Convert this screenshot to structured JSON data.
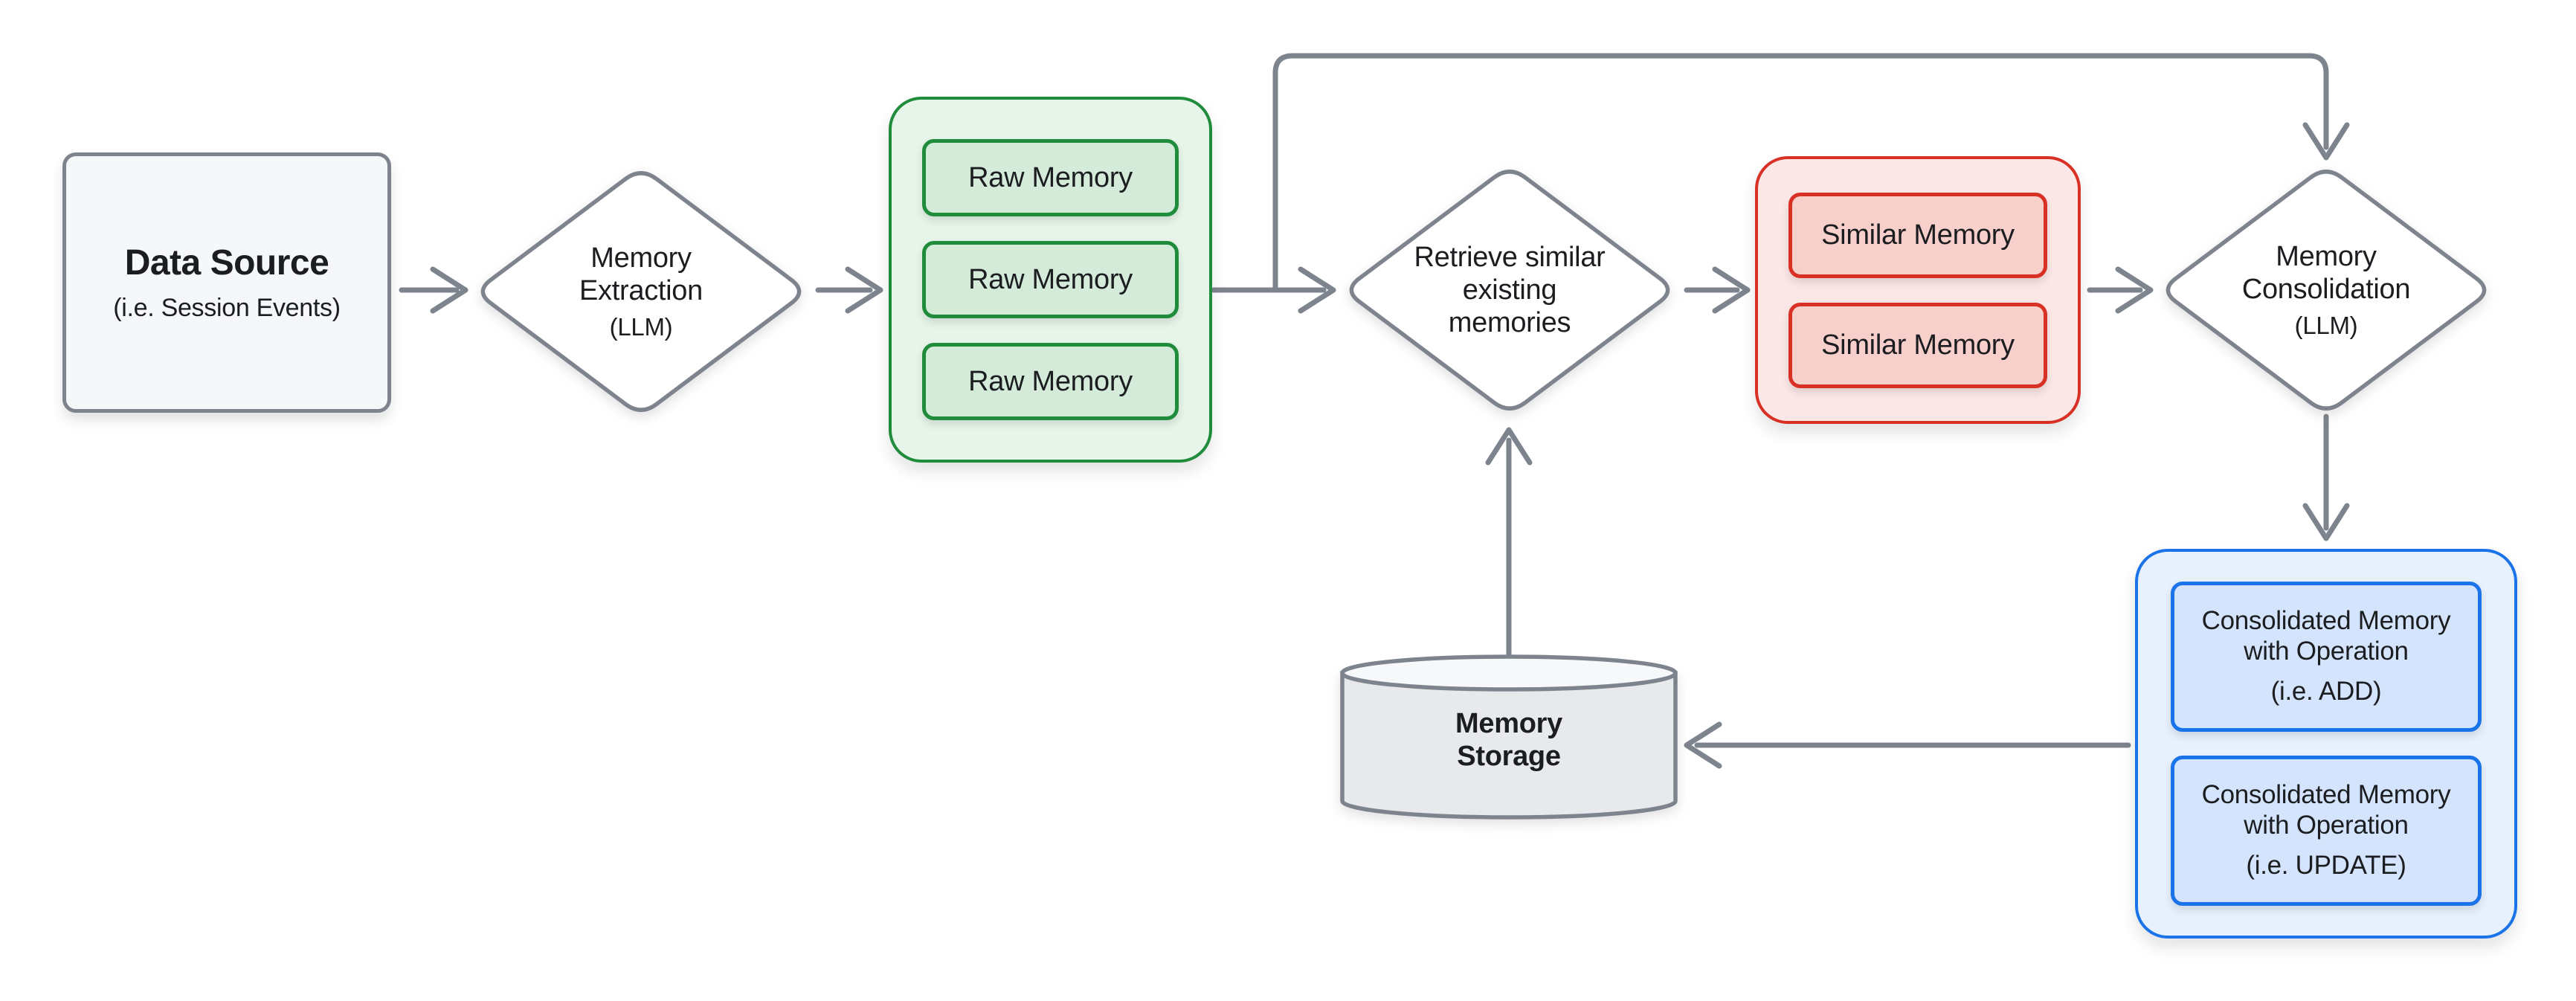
{
  "colors": {
    "stroke-gray": "#7e848e",
    "text": "#1b1d20",
    "diamond-bg": "#ffffff",
    "node-bg": "#f6f7f9",
    "green-border": "#1f8c3b",
    "green-container-bg": "#e7f4e9",
    "green-box-bg": "#d5ebd9",
    "red-border": "#d93025",
    "red-container-bg": "#fbe7e5",
    "red-box-bg": "#f7cfcb",
    "blue-border": "#1a73e8",
    "blue-container-bg": "#e7f0fd",
    "blue-box-bg": "#d3e4fc",
    "cylinder-bg": "#e8e9ec",
    "cylinder-top-bg": "#f7f8fa"
  },
  "nodes": {
    "data_source": {
      "title": "Data Source",
      "subtitle": "(i.e. Session Events)"
    },
    "memory_extraction": {
      "title": "Memory\nExtraction",
      "subtitle": "(LLM)"
    },
    "raw_memories": {
      "items": [
        "Raw Memory",
        "Raw Memory",
        "Raw Memory"
      ]
    },
    "retrieve": {
      "title": "Retrieve similar\nexisting\nmemories"
    },
    "similar_memories": {
      "items": [
        "Similar Memory",
        "Similar Memory"
      ]
    },
    "memory_consolidation": {
      "title": "Memory\nConsolidation",
      "subtitle": "(LLM)"
    },
    "consolidated_memories": {
      "items": [
        {
          "title": "Consolidated Memory\nwith Operation",
          "subtitle": "(i.e. ADD)"
        },
        {
          "title": "Consolidated Memory\nwith Operation",
          "subtitle": "(i.e. UPDATE)"
        }
      ]
    },
    "memory_storage": {
      "title": "Memory\nStorage"
    }
  }
}
